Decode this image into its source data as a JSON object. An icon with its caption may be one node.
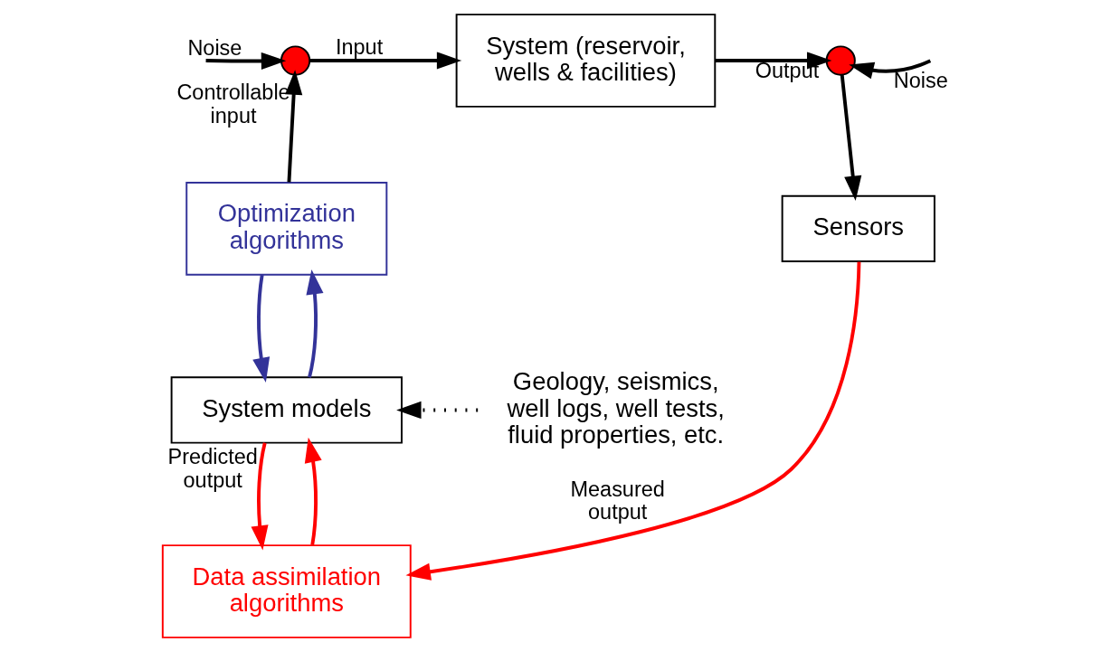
{
  "diagram": {
    "nodes": [
      {
        "text": [],
        "shape": "circle"
      },
      {
        "text": [
          "System (reservoir, wells & facilities)"
        ]
      },
      {
        "text": [],
        "shape": "circle"
      },
      {
        "text": [
          "Optimization algorithms"
        ]
      },
      {
        "text": [
          "Sensors"
        ]
      },
      {
        "text": [
          "System models"
        ]
      },
      {
        "text": [
          "Geology, seismics, well logs, well tests, fluid properties, etc."
        ]
      },
      {
        "text": [
          "Data assimilation algorithms"
        ]
      }
    ],
    "edges": [
      {
        "from": null,
        "to": 0,
        "arrow": "to",
        "label": "Noise"
      },
      {
        "from": 0,
        "to": 1,
        "arrow": "to",
        "label": "Input"
      },
      {
        "from": 1,
        "to": 2,
        "arrow": "to",
        "label": "Output"
      },
      {
        "from": null,
        "to": 2,
        "arrow": "to",
        "label": "Noise"
      },
      {
        "from": 2,
        "to": 4,
        "arrow": "to"
      },
      {
        "from": 3,
        "to": 0,
        "arrow": "to",
        "label": "Controllable input"
      },
      {
        "from": 3,
        "to": 5,
        "arrow": "to",
        "color": "#333399"
      },
      {
        "from": 5,
        "to": 3,
        "arrow": "to",
        "color": "#333399"
      },
      {
        "from": 5,
        "to": 7,
        "arrow": "to",
        "label": "Predicted output",
        "color": "#ff0000"
      },
      {
        "from": 4,
        "to": 7,
        "arrow": "to",
        "label": "Measured output",
        "color": "#ff0000"
      },
      {
        "from": 7,
        "to": 5,
        "arrow": "to",
        "color": "#ff0000"
      },
      {
        "from": 6,
        "to": 5,
        "arrow": "to",
        "style": "dashed"
      }
    ]
  }
}
